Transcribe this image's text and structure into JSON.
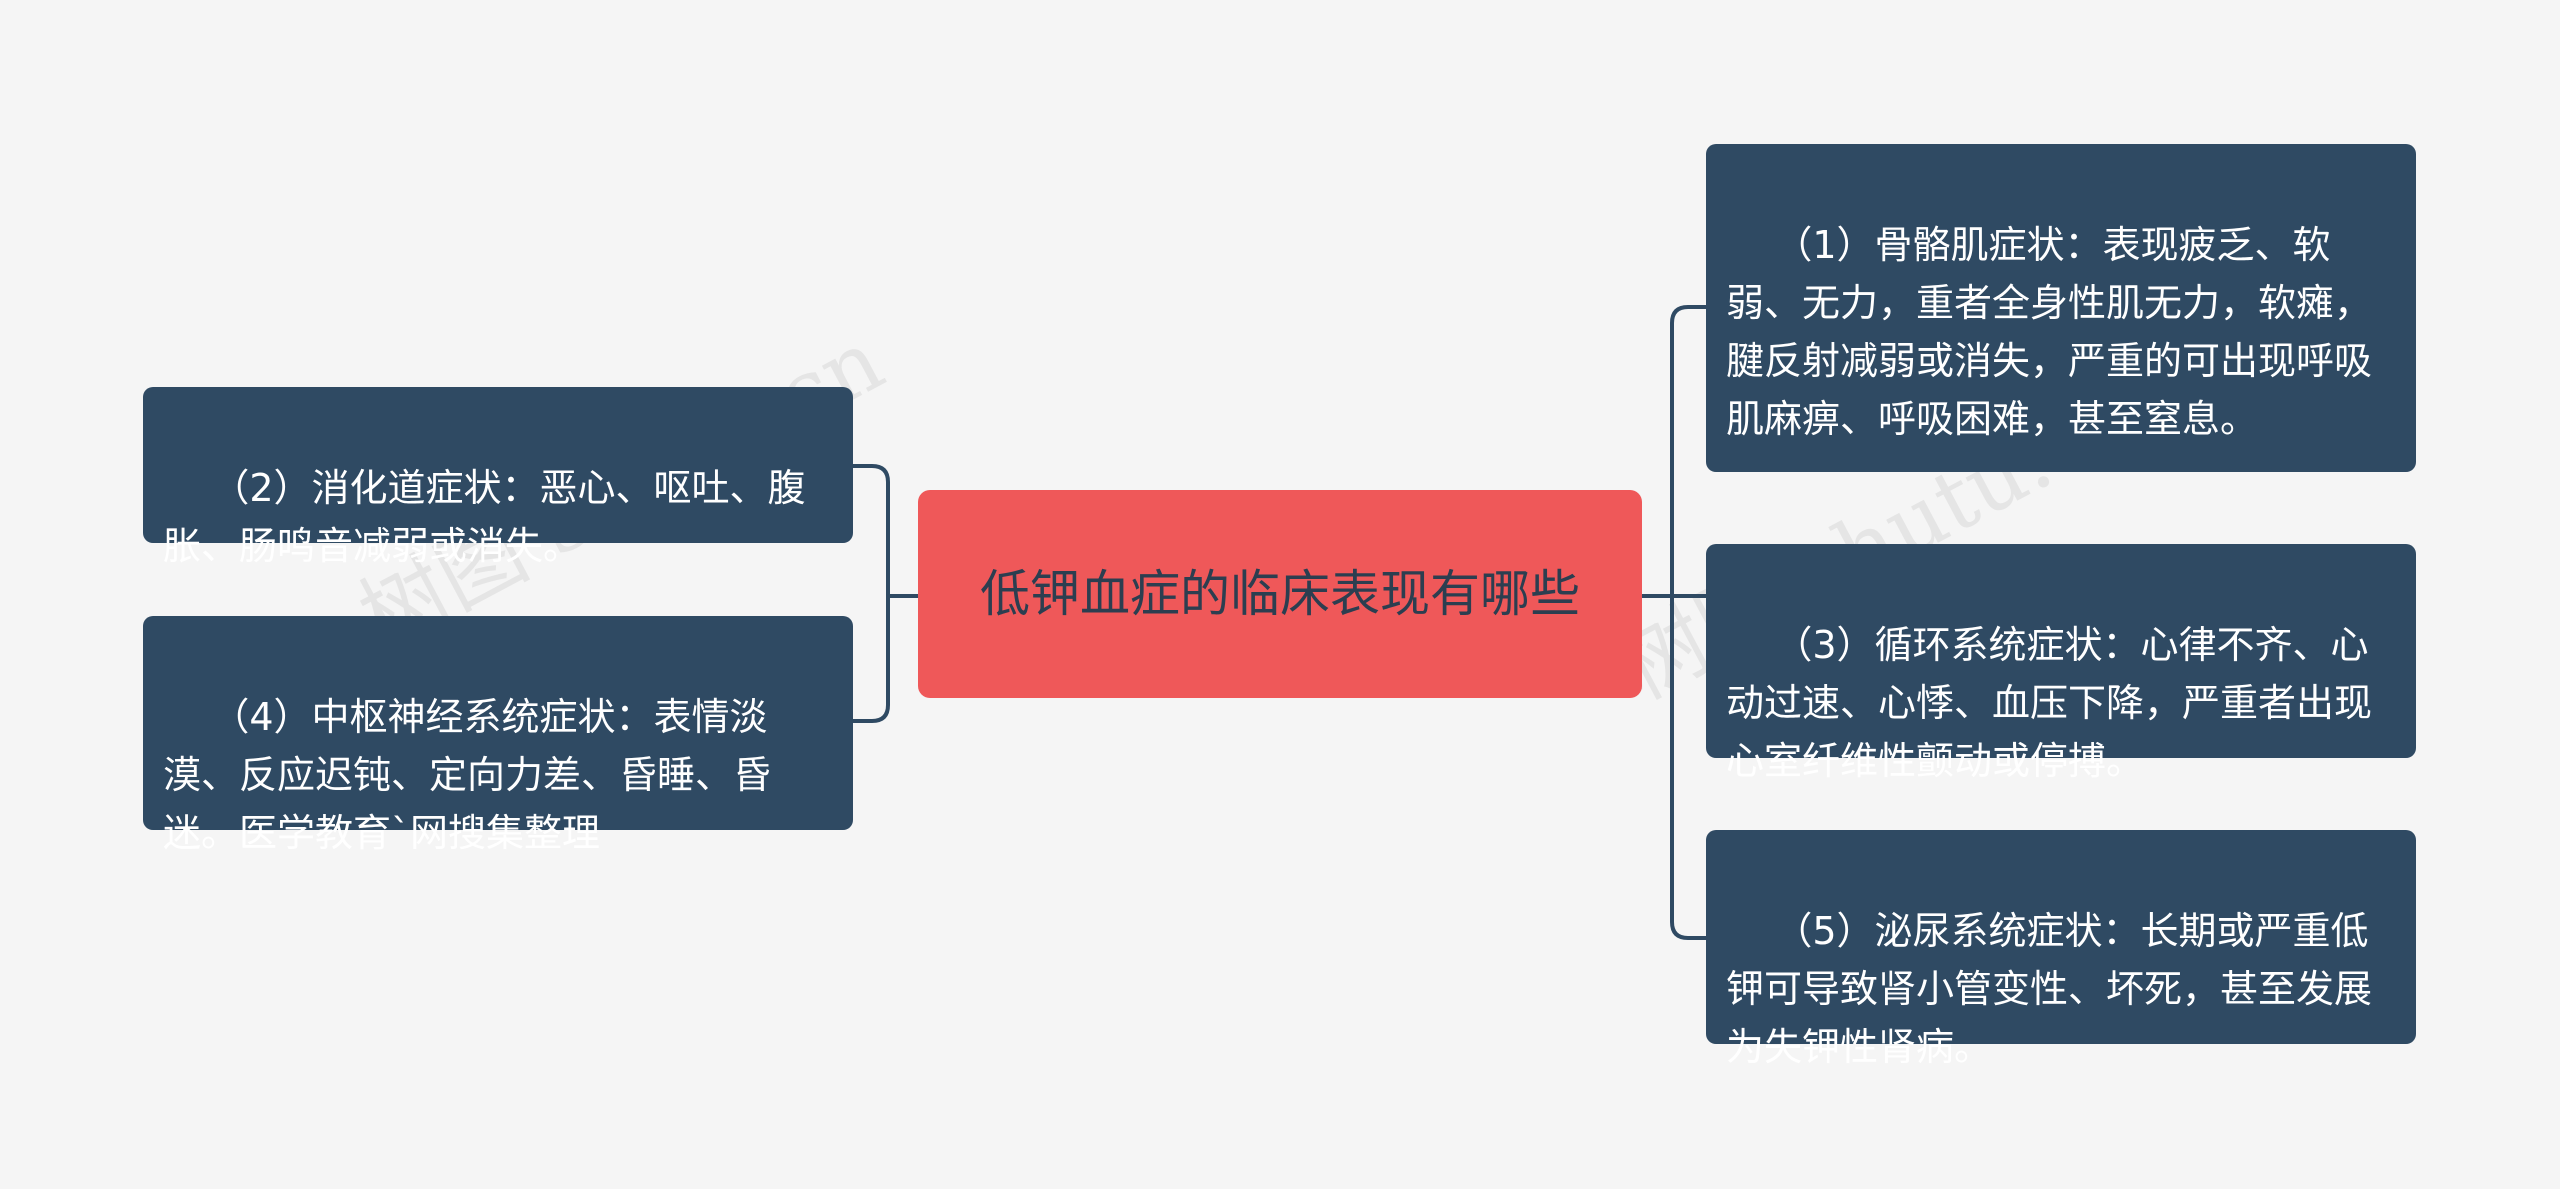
{
  "root": {
    "label": "低钾血症的临床表现有哪些"
  },
  "left_nodes": [
    {
      "id": "n2",
      "label": "（2）消化道症状：恶心、呕吐、腹胀、肠鸣音减弱或消失。"
    },
    {
      "id": "n4",
      "label": "（4）中枢神经系统症状：表情淡漠、反应迟钝、定向力差、昏睡、昏迷。医学教育`网搜集整理"
    }
  ],
  "right_nodes": [
    {
      "id": "n1",
      "label": "（1）骨骼肌症状：表现疲乏、软弱、无力，重者全身性肌无力，软瘫，腱反射减弱或消失，严重的可出现呼吸肌麻痹、呼吸困难，甚至窒息。"
    },
    {
      "id": "n3",
      "label": "（3）循环系统症状：心律不齐、心动过速、心悸、血压下降，严重者出现心室纤维性颤动或停搏。"
    },
    {
      "id": "n5",
      "label": "（5）泌尿系统症状：长期或严重低钾可导致肾小管变性、坏死，甚至发展为失钾性肾病。"
    }
  ],
  "watermarks": [
    "树图 shutu.cn",
    "树图 shutu.cn"
  ],
  "colors": {
    "background": "#f5f5f5",
    "root_fill": "#ef5859",
    "root_text": "#2c3e50",
    "node_fill": "#2f4a63",
    "node_text": "#ffffff",
    "connector": "#2f4a63"
  }
}
